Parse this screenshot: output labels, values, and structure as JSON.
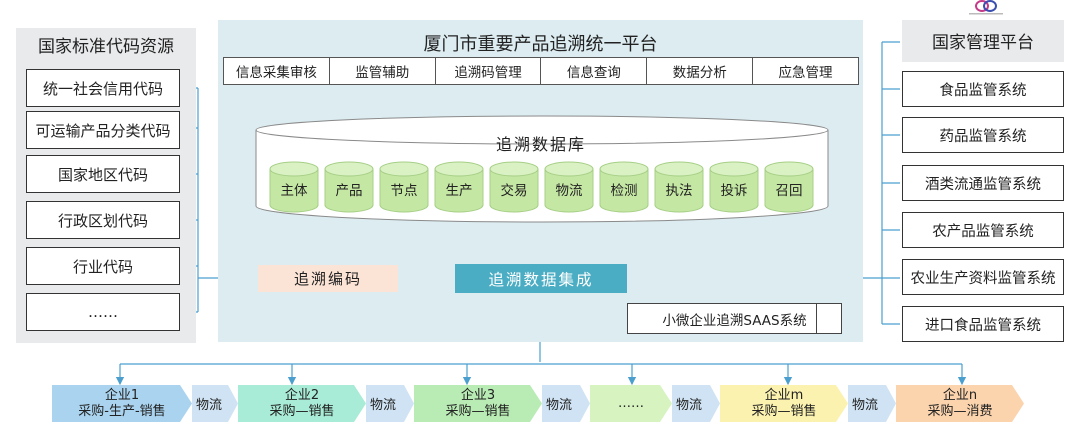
{
  "left": {
    "title": "国家标准代码资源",
    "items": [
      "统一社会信用代码",
      "可运输产品分类代码",
      "国家地区代码",
      "行政区划代码",
      "行业代码",
      "……"
    ]
  },
  "center": {
    "title": "厦门市重要产品追溯统一平台",
    "tabs": [
      "信息采集审核",
      "监管辅助",
      "追溯码管理",
      "信息查询",
      "数据分析",
      "应急管理"
    ],
    "db_title": "追溯数据库",
    "db_cells": [
      "主体",
      "产品",
      "节点",
      "生产",
      "交易",
      "物流",
      "检测",
      "执法",
      "投诉",
      "召回"
    ],
    "encode": "追溯编码",
    "integrate": "追溯数据集成",
    "saas": "小微企业追溯SAAS系统"
  },
  "right": {
    "title": "国家管理平台",
    "items": [
      "食品监管系统",
      "药品监管系统",
      "酒类流通监管系统",
      "农产品监管系统",
      "农业生产资料监管系统",
      "进口食品监管系统"
    ]
  },
  "chain": {
    "enterprises": [
      {
        "name": "企业1",
        "desc": "采购-生产-销售",
        "color": "#a9d3ef"
      },
      {
        "name": "企业2",
        "desc": "采购—销售",
        "color": "#a8ebd6"
      },
      {
        "name": "企业3",
        "desc": "采购—销售",
        "color": "#b9ecb4"
      },
      {
        "name": "……",
        "desc": "",
        "color": "#d6f3c0"
      },
      {
        "name": "企业m",
        "desc": "采购—销售",
        "color": "#fbf2b0"
      },
      {
        "name": "企业n",
        "desc": "采购—消费",
        "color": "#fbd3ad"
      }
    ],
    "flow_label": "物流",
    "flow_color": "#cfe3f4"
  }
}
